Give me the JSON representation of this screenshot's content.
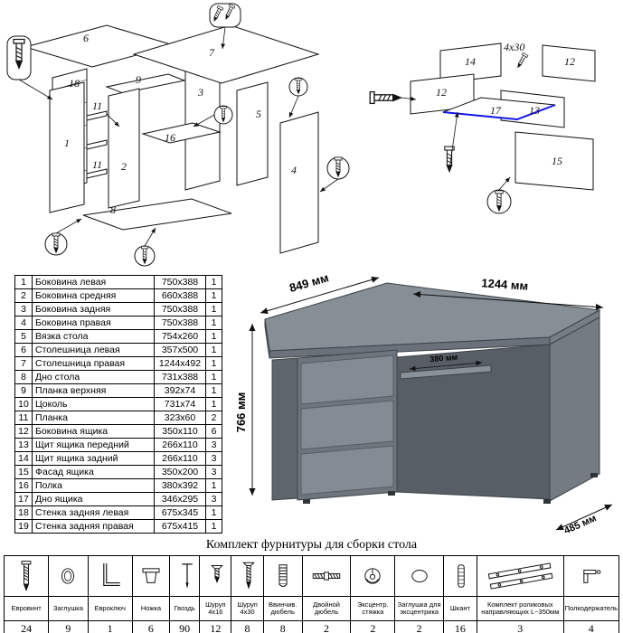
{
  "parts_table": {
    "rows": [
      {
        "num": "1",
        "name": "Боковина левая",
        "size": "750x388",
        "qty": "1"
      },
      {
        "num": "2",
        "name": "Боковина средняя",
        "size": "660x388",
        "qty": "1"
      },
      {
        "num": "3",
        "name": "Боковина задняя",
        "size": "750x388",
        "qty": "1"
      },
      {
        "num": "4",
        "name": "Боковина правая",
        "size": "750x388",
        "qty": "1"
      },
      {
        "num": "5",
        "name": "Вязка стола",
        "size": "754x260",
        "qty": "1"
      },
      {
        "num": "6",
        "name": "Столешница левая",
        "size": "357x500",
        "qty": "1"
      },
      {
        "num": "7",
        "name": "Столешница правая",
        "size": "1244x492",
        "qty": "1"
      },
      {
        "num": "8",
        "name": "Дно стола",
        "size": "731x388",
        "qty": "1"
      },
      {
        "num": "9",
        "name": "Планка верхняя",
        "size": "392x74",
        "qty": "1"
      },
      {
        "num": "10",
        "name": "Цоколь",
        "size": "731x74",
        "qty": "1"
      },
      {
        "num": "11",
        "name": "Планка",
        "size": "323x60",
        "qty": "2"
      },
      {
        "num": "12",
        "name": "Боковина ящика",
        "size": "350x110",
        "qty": "6"
      },
      {
        "num": "13",
        "name": "Щит ящика передний",
        "size": "266x110",
        "qty": "3"
      },
      {
        "num": "14",
        "name": "Щит ящика задний",
        "size": "266x110",
        "qty": "3"
      },
      {
        "num": "15",
        "name": "Фасад ящика",
        "size": "350x200",
        "qty": "3"
      },
      {
        "num": "16",
        "name": "Полка",
        "size": "380x392",
        "qty": "1"
      },
      {
        "num": "17",
        "name": "Дно ящика",
        "size": "346x295",
        "qty": "3"
      },
      {
        "num": "18",
        "name": "Стенка задняя левая",
        "size": "675x345",
        "qty": "1"
      },
      {
        "num": "19",
        "name": "Стенка задняя правая",
        "size": "675x415",
        "qty": "1"
      }
    ]
  },
  "desk": {
    "dimensions": {
      "left_top": "849 мм",
      "right_top": "1244 мм",
      "height": "766 мм",
      "inner_depth": "380 мм",
      "right_depth": "485 мм"
    }
  },
  "diagram_left": {
    "labels": {
      "n1": "1",
      "n2": "2",
      "n3": "3",
      "n4": "4",
      "n5": "5",
      "n6": "6",
      "n7": "7",
      "n8": "8",
      "n9": "9",
      "n11": "11",
      "n16": "16",
      "n18": "18"
    }
  },
  "diagram_right": {
    "labels": {
      "n12": "12",
      "n12b": "12",
      "n13": "13",
      "n14": "14",
      "n15": "15",
      "n17": "17"
    },
    "screw_note": "4x30"
  },
  "hardware": {
    "title": "Комплект фурнитуры для сборки стола",
    "items": [
      {
        "name": "Евровинт",
        "qty": "24",
        "icon": "euroscrew-icon"
      },
      {
        "name": "Заглушка",
        "qty": "9",
        "icon": "plug-icon"
      },
      {
        "name": "Евроключ",
        "qty": "1",
        "icon": "hexkey-icon"
      },
      {
        "name": "Ножка",
        "qty": "6",
        "icon": "leg-icon"
      },
      {
        "name": "Гвоздь",
        "qty": "90",
        "icon": "nail-icon"
      },
      {
        "name": "Шуруп 4х16",
        "qty": "12",
        "icon": "screw-short-icon"
      },
      {
        "name": "Шуруп 4х30",
        "qty": "8",
        "icon": "screw-long-icon"
      },
      {
        "name": "Ввинчив. дюбель",
        "qty": "8",
        "icon": "threaded-dowel-icon"
      },
      {
        "name": "Двойной дюбель",
        "qty": "2",
        "icon": "double-dowel-icon"
      },
      {
        "name": "Эксцентр. стяжка",
        "qty": "2",
        "icon": "cam-lock-icon"
      },
      {
        "name": "Заглушка для эксцентрика",
        "qty": "2",
        "icon": "cam-cover-icon"
      },
      {
        "name": "Шкант",
        "qty": "16",
        "icon": "wood-dowel-icon"
      },
      {
        "name": "Комплект роликовых направляющих L~350мм",
        "qty": "3",
        "icon": "drawer-rails-icon"
      },
      {
        "name": "Полкодержатель",
        "qty": "4",
        "icon": "shelf-pin-icon"
      }
    ]
  }
}
